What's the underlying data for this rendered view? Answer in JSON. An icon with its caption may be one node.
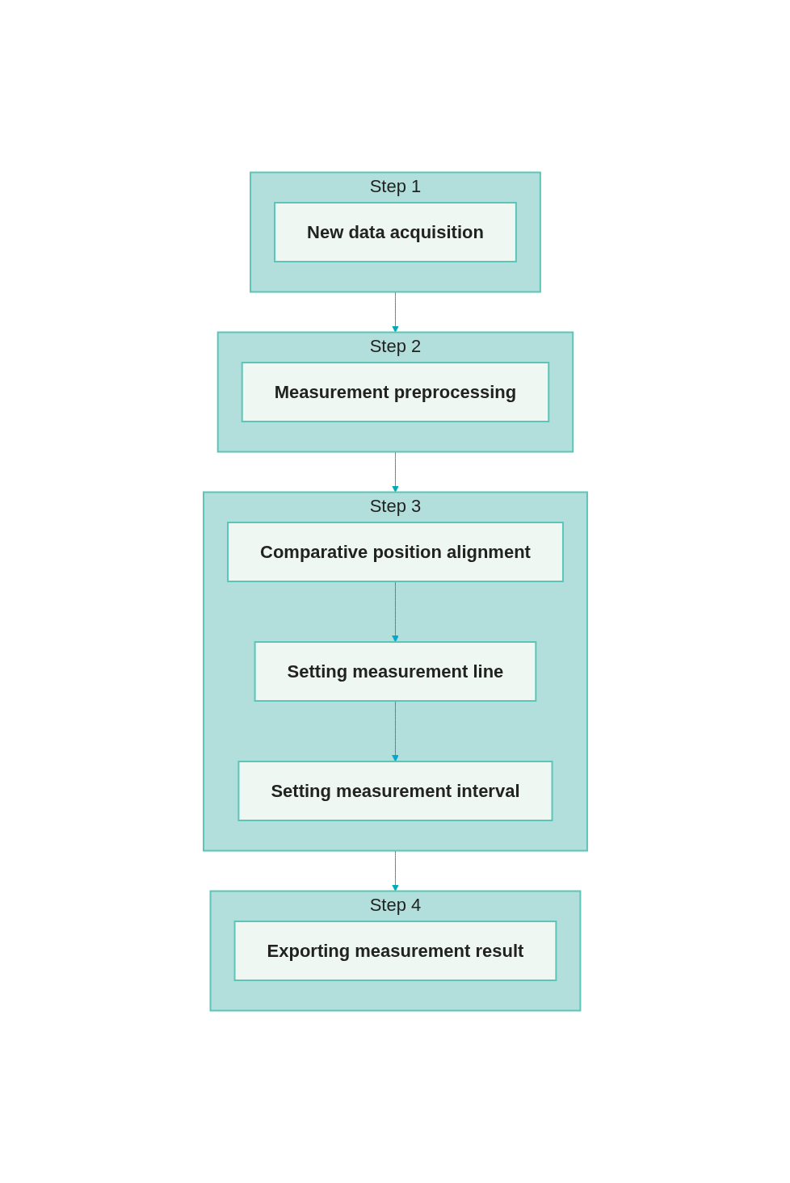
{
  "diagram": {
    "nodes": [
      {
        "text": [
          "Step 1"
        ]
      },
      {
        "text": [
          "New data acquisition"
        ],
        "in": 0
      },
      {
        "text": [
          "Step 2"
        ]
      },
      {
        "text": [
          "Measurement preprocessing"
        ],
        "in": 2
      },
      {
        "text": [
          "Step 3"
        ]
      },
      {
        "text": [
          "Comparative position alignment"
        ],
        "in": 4
      },
      {
        "text": [
          "Setting measurement line"
        ],
        "in": 4
      },
      {
        "text": [
          "Setting measurement interval"
        ],
        "in": 4
      },
      {
        "text": [
          "Step 4"
        ]
      },
      {
        "text": [
          "Exporting measurement result"
        ],
        "in": 8
      }
    ],
    "edges": [
      {
        "from": 0,
        "to": 2,
        "arrow": "to"
      },
      {
        "from": 2,
        "to": 4,
        "arrow": "to"
      },
      {
        "from": 4,
        "to": 8,
        "arrow": "to"
      },
      {
        "from": 5,
        "to": 6,
        "arrow": "to",
        "color": "#00a8d0"
      },
      {
        "from": 6,
        "to": 7,
        "arrow": "to",
        "color": "#00a8d0"
      }
    ]
  }
}
